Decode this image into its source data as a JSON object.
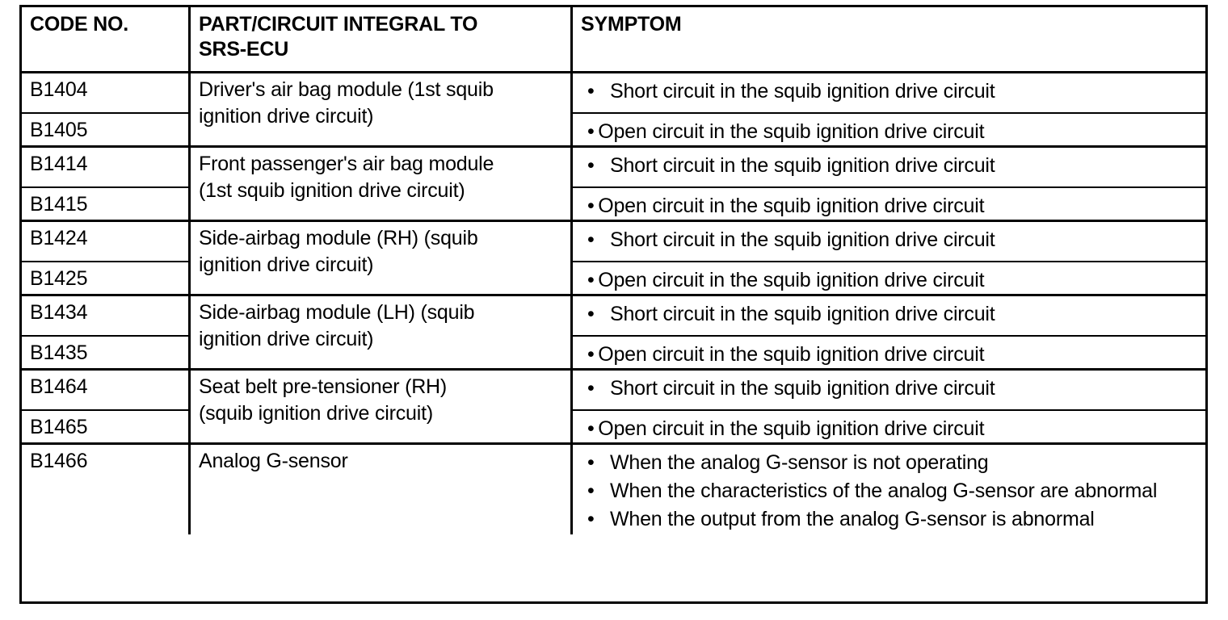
{
  "table": {
    "headers": {
      "code": "CODE NO.",
      "part": "PART/CIRCUIT INTEGRAL TO\nSRS-ECU",
      "symptom": "SYMPTOM"
    },
    "bullet_glyph": "•",
    "groups": [
      {
        "part": "Driver's air bag module (1st squib\nignition drive circuit)",
        "rows": [
          {
            "code": "B1404",
            "symptom": "Short circuit in the squib ignition drive circuit"
          },
          {
            "code": "B1405",
            "symptom": "Open circuit in the squib ignition drive circuit"
          }
        ]
      },
      {
        "part": "Front passenger's air bag module\n(1st squib ignition drive circuit)",
        "rows": [
          {
            "code": "B1414",
            "symptom": "Short circuit in the squib ignition drive circuit"
          },
          {
            "code": "B1415",
            "symptom": "Open circuit in the squib ignition drive circuit"
          }
        ]
      },
      {
        "part": "Side-airbag module (RH) (squib\nignition drive circuit)",
        "rows": [
          {
            "code": "B1424",
            "symptom": "Short circuit in the squib ignition drive circuit"
          },
          {
            "code": "B1425",
            "symptom": "Open circuit in the squib ignition drive circuit"
          }
        ]
      },
      {
        "part": "Side-airbag module (LH) (squib\nignition drive circuit)",
        "rows": [
          {
            "code": "B1434",
            "symptom": "Short circuit in the squib ignition drive circuit"
          },
          {
            "code": "B1435",
            "symptom": "Open circuit in the squib ignition drive circuit"
          }
        ]
      },
      {
        "part": "Seat belt pre-tensioner (RH)\n(squib ignition drive circuit)",
        "rows": [
          {
            "code": "B1464",
            "symptom": "Short circuit in the squib ignition drive circuit"
          },
          {
            "code": "B1465",
            "symptom": "Open circuit in the squib ignition drive circuit"
          }
        ]
      },
      {
        "part": "Analog G-sensor",
        "rows": [
          {
            "code": "B1466",
            "symptoms": [
              "When the analog G-sensor is not operating",
              "When the characteristics of the analog G-sensor are abnormal",
              "When the output from the analog G-sensor is abnormal"
            ]
          }
        ]
      }
    ]
  }
}
